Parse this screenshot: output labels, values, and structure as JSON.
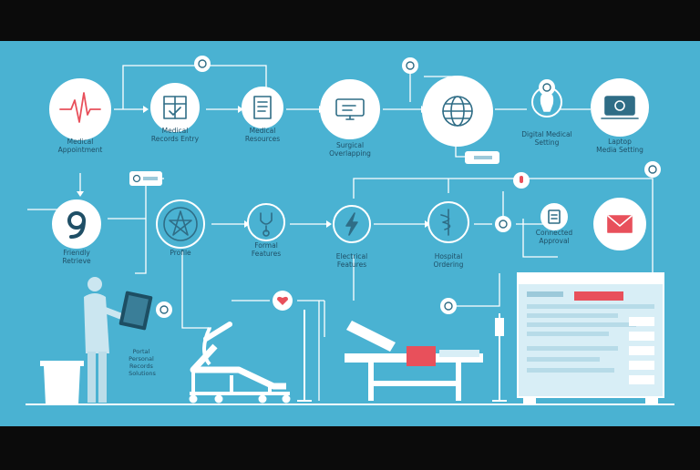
{
  "colors": {
    "background": "#4ab2d2",
    "line": "#ffffff",
    "node_fill": "#ffffff",
    "icon_stroke": "#2f6d86",
    "accent_red": "#e8505b",
    "panel": "#d8eef6",
    "label": "#1f4f66"
  },
  "nodes": [
    {
      "id": "n1",
      "icon": "heartbeat-icon",
      "lines": [
        "Medical",
        "Appointment"
      ]
    },
    {
      "id": "n2",
      "icon": "medical-records-icon",
      "lines": [
        "Medical",
        "Records Entry"
      ]
    },
    {
      "id": "n3",
      "icon": "document-icon",
      "lines": [
        "Medical",
        "Resources"
      ]
    },
    {
      "id": "n4",
      "icon": "monitor-icon",
      "lines": [
        "Surgical",
        "Overlapping"
      ]
    },
    {
      "id": "n5",
      "icon": "globe-icon",
      "lines": []
    },
    {
      "id": "n6",
      "icon": "bulb-icon",
      "lines": [
        "Digital Medical",
        "Setting"
      ]
    },
    {
      "id": "n7",
      "icon": "laptop-icon",
      "lines": [
        "Laptop",
        "Media Setting"
      ]
    },
    {
      "id": "n8",
      "icon": "number-nine-icon",
      "lines": [
        "Friendly",
        "Retrieve"
      ]
    },
    {
      "id": "n9",
      "icon": "star-icon",
      "lines": [
        "Profile"
      ]
    },
    {
      "id": "n10",
      "icon": "stethoscope-icon",
      "lines": [
        "Formal",
        "Features"
      ]
    },
    {
      "id": "n11",
      "icon": "lightning-icon",
      "lines": [
        "Electrical",
        "Features"
      ]
    },
    {
      "id": "n12",
      "icon": "caduceus-icon",
      "lines": [
        "Hospital",
        "Ordering"
      ]
    },
    {
      "id": "n13",
      "icon": "clipboard-icon",
      "lines": [
        "Connected",
        "Approval"
      ]
    },
    {
      "id": "n14",
      "icon": "mail-icon",
      "lines": []
    }
  ],
  "small_badges": [
    "chat-icon",
    "info-icon",
    "settings-icon",
    "heart-icon",
    "pen-icon",
    "mic-icon",
    "phone-icon",
    "gear-icon",
    "link-icon"
  ],
  "callouts": {
    "top": "",
    "mid": ""
  },
  "person_caption": [
    "Portal",
    "Personal",
    "Records",
    "Solutions"
  ],
  "screen": {
    "heading": ""
  }
}
